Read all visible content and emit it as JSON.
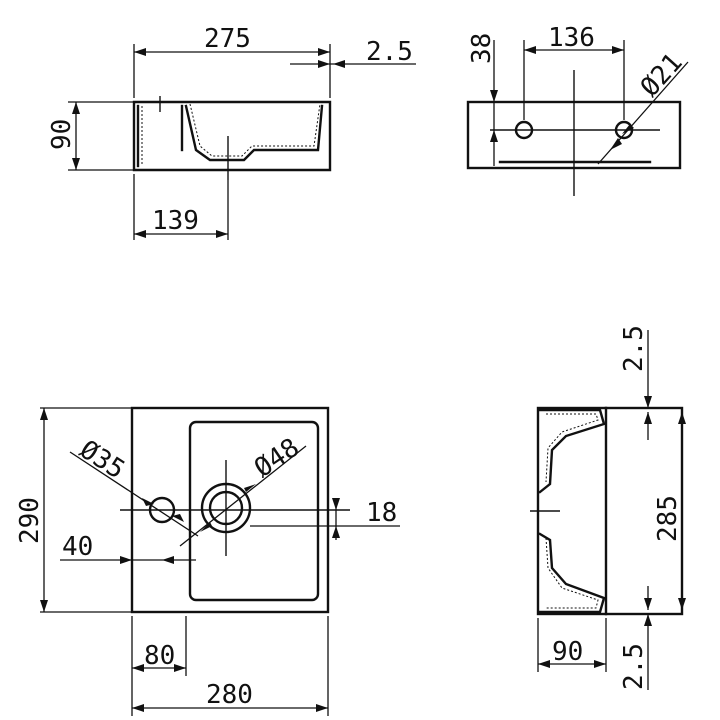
{
  "dimensions": {
    "top_width": "275",
    "top_thickness": "2.5",
    "top_height": "90",
    "top_offset": "139",
    "hole_spacing": "136",
    "hole_diameter": "Ø21",
    "hole_height": "38",
    "plan_height": "290",
    "drain_diameter": "Ø35",
    "tap_diameter": "Ø48",
    "tap_offset": "18",
    "drain_offset_y": "40",
    "drain_offset_x": "80",
    "plan_width": "280",
    "side_top_thickness": "2.5",
    "side_length": "285",
    "side_depth": "90",
    "side_bottom_thickness": "2.5"
  }
}
